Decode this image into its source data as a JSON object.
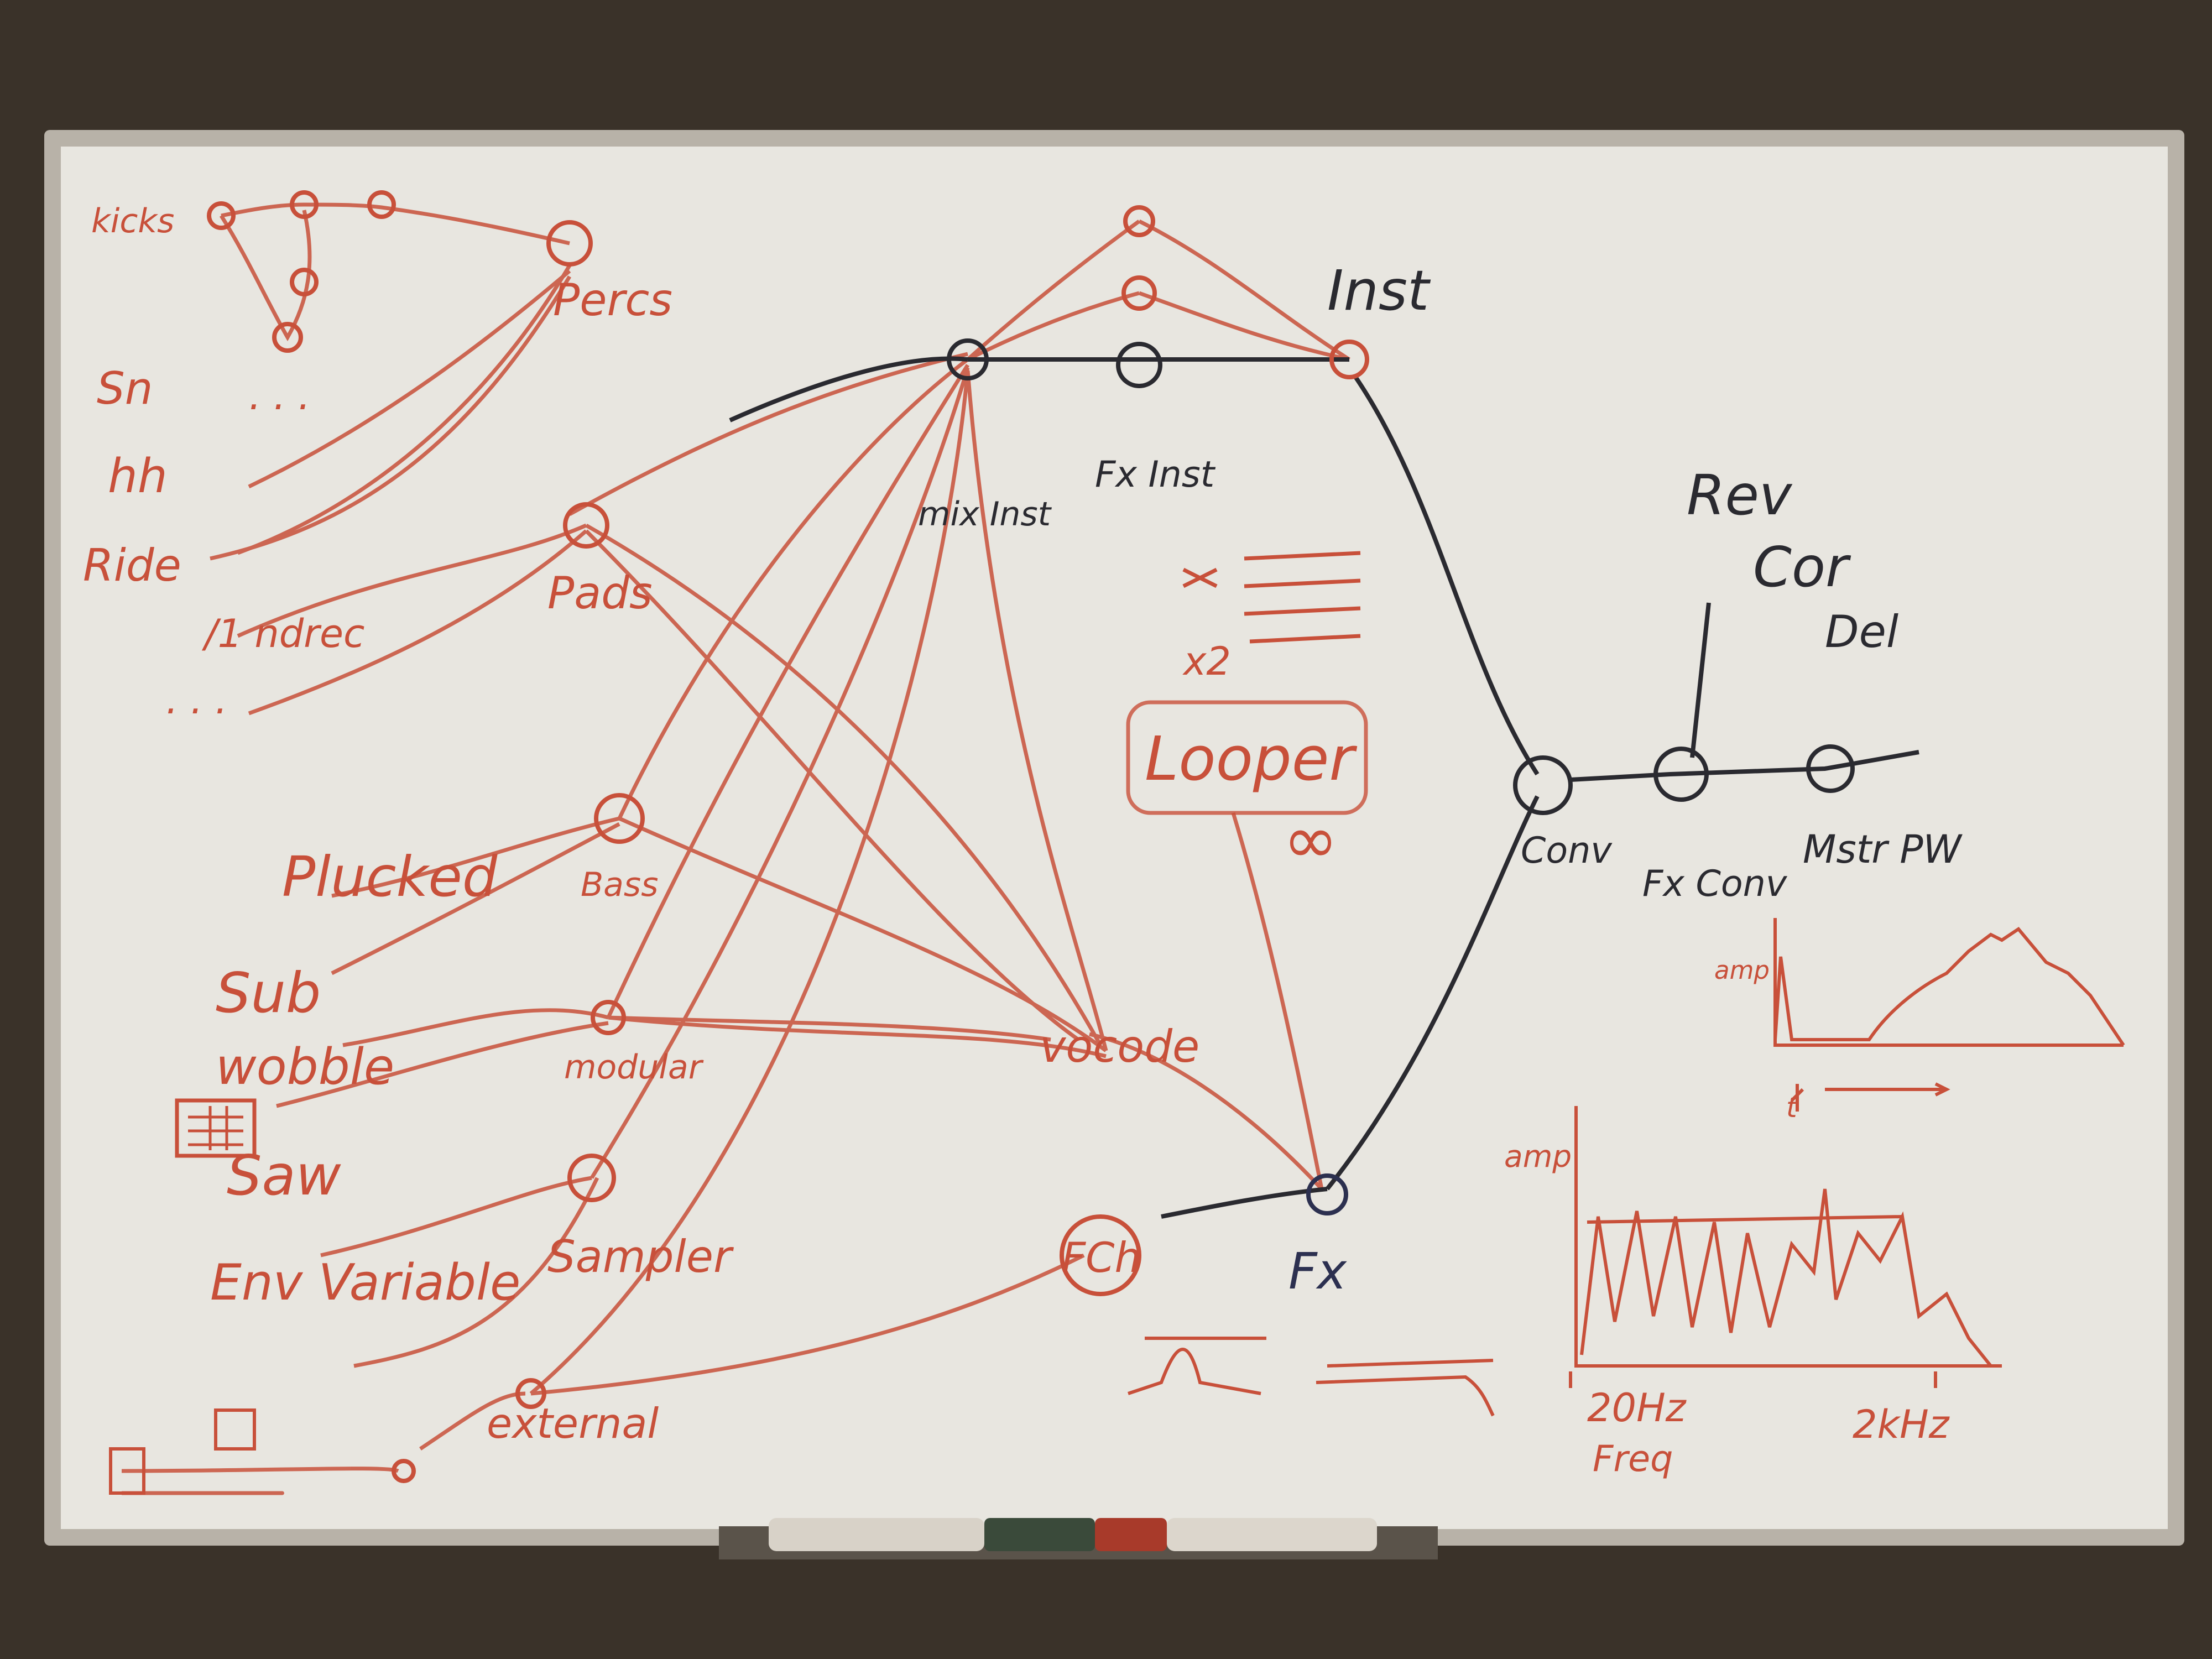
{
  "colors": {
    "wall": "#3a3229",
    "frame": "#b8b2a8",
    "board": "#e8e6e0",
    "red_ink": "#c8503a",
    "black_ink": "#2a2a30",
    "navy_ink": "#2c3050"
  },
  "sources": {
    "kick": "kicks",
    "sn": "Sn",
    "hh": "hh",
    "ride": "Ride",
    "sndrec": "/1 ndrec",
    "dots1": ". . .",
    "dots2": ". . .",
    "plucked": "Plucked",
    "sub": "Sub",
    "wobble": "wobble",
    "saw": "Saw",
    "env": "Env Variable"
  },
  "nodes": {
    "percs": "Percs",
    "pads": "Pads",
    "bass": "Bass",
    "modular": "modular",
    "sampler": "Sampler",
    "external": "external",
    "mix_inst": "mix Inst",
    "fx_inst": "Fx Inst",
    "inst": "Inst",
    "vocode": "vocode",
    "fch": "FCh",
    "fx": "Fx",
    "conv": "Conv",
    "fx_conv": "Fx Conv",
    "mstr": "Mstr PW",
    "rev": "Rev",
    "cor": "Cor",
    "del": "Del"
  },
  "notes": {
    "x2": "x2",
    "looper": "Looper",
    "infinity": "∞",
    "freq_start": "20Hz",
    "freq_end": "2kHz",
    "freq_label": "Freq",
    "amp_label": "amp",
    "t_label": "t",
    "arrow": "———>"
  }
}
